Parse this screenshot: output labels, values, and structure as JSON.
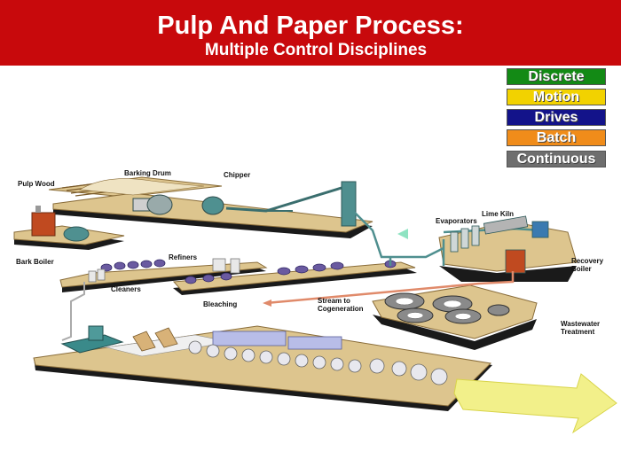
{
  "header": {
    "title": "Pulp And Paper Process:",
    "subtitle": "Multiple Control Disciplines",
    "color": "#c8090c"
  },
  "legend": [
    {
      "label": "Discrete",
      "color": "#138a15"
    },
    {
      "label": "Motion",
      "color": "#f2d200"
    },
    {
      "label": "Drives",
      "color": "#13138a"
    },
    {
      "label": "Batch",
      "color": "#f08c1a"
    },
    {
      "label": "Continuous",
      "color": "#6e6e6e"
    }
  ],
  "labels": {
    "pulp_wood": "Pulp Wood",
    "barking_drum": "Barking Drum",
    "chipper": "Chipper",
    "bark_boiler": "Bark Boiler",
    "refiners": "Refiners",
    "cleaners": "Cleaners",
    "bleaching": "Bleaching",
    "evaporators": "Evaporators",
    "lime_kiln": "Lime Kiln",
    "recovery_boiler": "Recovery Boiler",
    "stream_to_cogeneration": "Stream to Cogeneration",
    "wastewater_treatment": "Wastewater Treatment"
  }
}
